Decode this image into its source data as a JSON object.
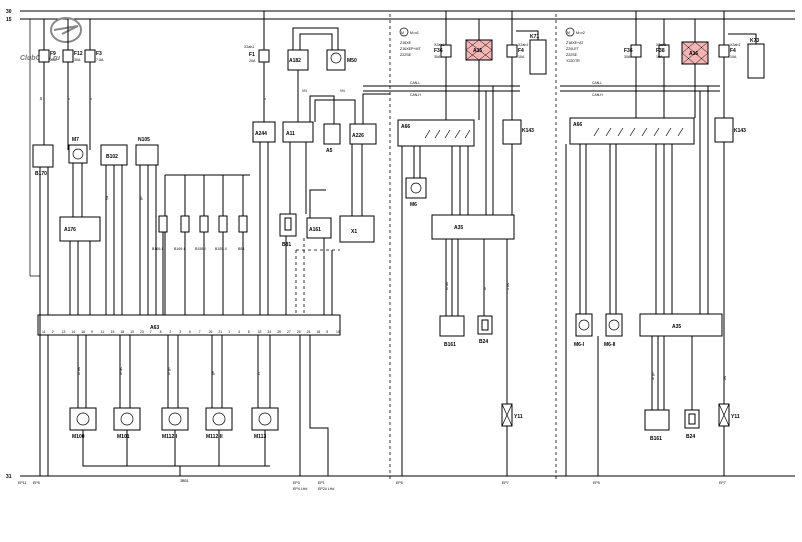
{
  "rails": {
    "top": "30",
    "second": "15",
    "bottom": "31"
  },
  "watermark": "ClubOpel.ru",
  "fuses": [
    {
      "id": "F9",
      "rating": "10A"
    },
    {
      "id": "F12",
      "rating": "30A"
    },
    {
      "id": "F3",
      "rating": "7.5A"
    },
    {
      "id": "F1",
      "rating": "20A"
    },
    {
      "id": "F36",
      "rating": "30A"
    },
    {
      "id": "F4",
      "rating": "10A"
    },
    {
      "id": "F36",
      "rating": "30A"
    },
    {
      "id": "F38",
      "rating": "10A"
    },
    {
      "id": "F4",
      "rating": "10A"
    }
  ],
  "components": {
    "b170": "B170",
    "m7": "M7",
    "b102": "B102",
    "n105": "N105",
    "a176": "A176",
    "a244": "A244",
    "a182": "A182",
    "m50": "M50",
    "a11": "A11",
    "a5": "A5",
    "a226": "A226",
    "b81": "B81",
    "a161": "A161",
    "x1": "X1",
    "b169_1": "B169-I",
    "b169_2": "B169-II",
    "b155_1": "B155-I",
    "b155_2": "B155-II",
    "b53": "B53",
    "a63": "A63",
    "m100": "M100",
    "m101": "M101",
    "m112_1": "M112-I",
    "m112_2": "M112-II",
    "m113": "M113",
    "k71": "K71",
    "a66_left": "A66",
    "m6": "M6",
    "a35_left": "A35",
    "k143_left": "K143",
    "b161_left": "B161",
    "b24_left": "B24",
    "y11_left": "Y11",
    "k73": "K73",
    "a66_right": "A66",
    "k143_right": "K143",
    "m6_1": "M6-I",
    "m6_2": "M6-II",
    "a35_right": "A35",
    "b161_right": "B161",
    "b24_right": "B24",
    "y11_right": "Y11"
  },
  "relays": {
    "left": "A15",
    "right": "A16"
  },
  "variant_left": {
    "badge": "M=x1",
    "lines": [
      "Z16XE",
      "Z16XEP+MT",
      "Z22SE"
    ]
  },
  "variant_right": {
    "badge": "M=x2",
    "lines": [
      "Z18XE+AT",
      "Z20LET",
      "Z22SE",
      "Y22DTR"
    ]
  },
  "buses": {
    "can_l": "CAN-L",
    "can_h": "CAN-H"
  },
  "ground_points": {
    "ep11": "EP11",
    "ep6": "EP6",
    "ep3": "EP3",
    "ep4_lhd": "EP4 LHd",
    "ep1": "EP1",
    "ep24_lhd": "EP24 LHd",
    "ep5_a": "EP5",
    "ep7_a": "EP7",
    "ep5_b": "EP5",
    "ep7_b": "EP7",
    "splice": "3BB1"
  },
  "connectors": {
    "xc1": "X2ah1",
    "xc2": "X2ah1",
    "xc3": "X2ah1",
    "xc4": "X2ah1",
    "xc5": "X2ah1"
  },
  "wire_labels": {
    "rt": "rt",
    "br": "br",
    "sw": "sw",
    "bl": "bl",
    "ws": "ws",
    "gn": "gn",
    "ge": "ge",
    "vi": "vi",
    "brws": "br ws",
    "blws": "bl ws",
    "brgn": "br gn",
    "rtws": "rt ws"
  },
  "a63_pins": [
    "11",
    "2",
    "13",
    "14",
    "16",
    "9",
    "11",
    "15",
    "18",
    "10",
    "23",
    "7",
    "8",
    "2",
    "3",
    "6",
    "7",
    "26",
    "21",
    "1",
    "4",
    "8",
    "33",
    "34",
    "26",
    "27",
    "25",
    "24",
    "18",
    "5",
    "10"
  ]
}
